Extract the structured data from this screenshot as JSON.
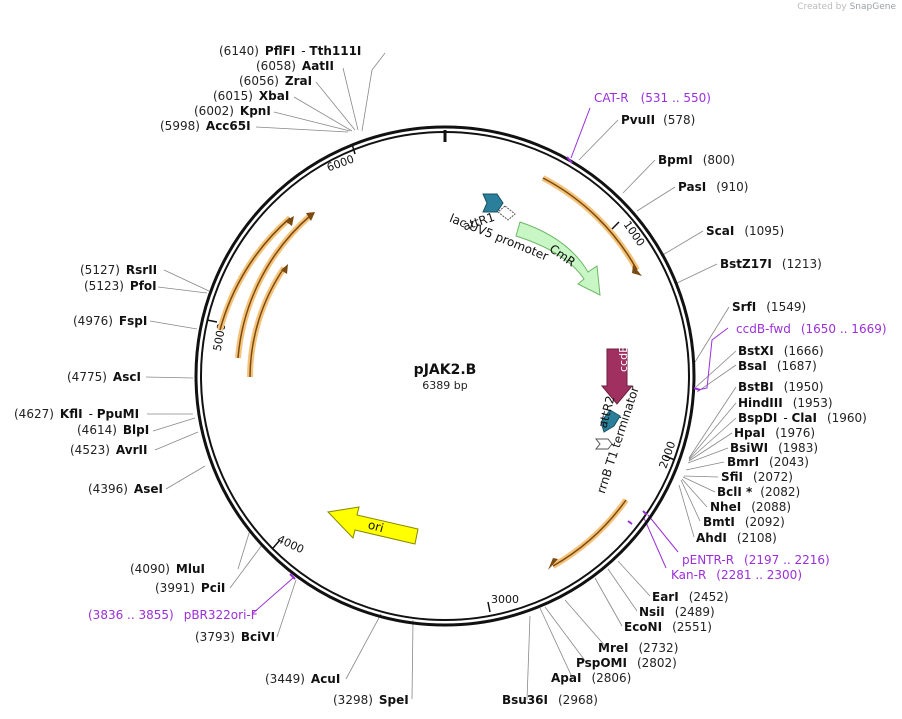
{
  "credit": {
    "prefix": "Created by",
    "brand": "SnapGene"
  },
  "plasmid": {
    "name": "pJAK2.B",
    "size": "6389 bp",
    "length": 6389
  },
  "ticks": [
    "1000",
    "2000",
    "3000",
    "4000",
    "5000",
    "6000"
  ],
  "features": [
    {
      "name": "CmR",
      "label": "CmR",
      "color": "#c8f7c5",
      "stroke": "#7fc97b"
    },
    {
      "name": "ccdB",
      "label": "ccdB",
      "color": "#a03060",
      "stroke": "#6b1f40"
    },
    {
      "name": "ori",
      "label": "ori",
      "color": "#ffff00",
      "stroke": "#999900"
    },
    {
      "name": "attR1",
      "label": "attR1",
      "color": "#2a7f9a"
    },
    {
      "name": "attR2",
      "label": "attR2",
      "color": "#2a7f9a"
    },
    {
      "name": "lac-uv5",
      "label": "lac UV5 promoter"
    },
    {
      "name": "rrnb",
      "label": "rrnB T1 terminator"
    }
  ],
  "sites_left": [
    {
      "enzyme": "PflFI",
      "enzyme2": "Tth111I",
      "pos": "(6140)"
    },
    {
      "enzyme": "AatII",
      "pos": "(6058)"
    },
    {
      "enzyme": "ZraI",
      "pos": "(6056)"
    },
    {
      "enzyme": "XbaI",
      "pos": "(6015)"
    },
    {
      "enzyme": "KpnI",
      "pos": "(6002)"
    },
    {
      "enzyme": "Acc65I",
      "pos": "(5998)"
    },
    {
      "enzyme": "RsrII",
      "pos": "(5127)"
    },
    {
      "enzyme": "PfoI",
      "pos": "(5123)"
    },
    {
      "enzyme": "FspI",
      "pos": "(4976)"
    },
    {
      "enzyme": "AscI",
      "pos": "(4775)"
    },
    {
      "enzyme": "KflI",
      "enzyme2": "PpuMI",
      "pos": "(4627)"
    },
    {
      "enzyme": "BlpI",
      "pos": "(4614)"
    },
    {
      "enzyme": "AvrII",
      "pos": "(4523)"
    },
    {
      "enzyme": "AseI",
      "pos": "(4396)"
    },
    {
      "enzyme": "MluI",
      "pos": "(4090)"
    },
    {
      "enzyme": "PciI",
      "pos": "(3991)"
    },
    {
      "enzyme": "BciVI",
      "pos": "(3793)"
    },
    {
      "enzyme": "AcuI",
      "pos": "(3449)"
    },
    {
      "enzyme": "SpeI",
      "pos": "(3298)"
    }
  ],
  "sites_right": [
    {
      "enzyme": "PvuII",
      "pos": "(578)"
    },
    {
      "enzyme": "BpmI",
      "pos": "(800)"
    },
    {
      "enzyme": "PasI",
      "pos": "(910)"
    },
    {
      "enzyme": "ScaI",
      "pos": "(1095)"
    },
    {
      "enzyme": "BstZ17I",
      "pos": "(1213)"
    },
    {
      "enzyme": "SrfI",
      "pos": "(1549)"
    },
    {
      "enzyme": "BstXI",
      "pos": "(1666)"
    },
    {
      "enzyme": "BsaI",
      "pos": "(1687)"
    },
    {
      "enzyme": "BstBI",
      "pos": "(1950)"
    },
    {
      "enzyme": "HindIII",
      "pos": "(1953)"
    },
    {
      "enzyme": "BspDI",
      "enzyme2": "ClaI",
      "pos": "(1960)"
    },
    {
      "enzyme": "HpaI",
      "pos": "(1976)"
    },
    {
      "enzyme": "BsiWI",
      "pos": "(1983)"
    },
    {
      "enzyme": "BmrI",
      "pos": "(2043)"
    },
    {
      "enzyme": "SfiI",
      "pos": "(2072)"
    },
    {
      "enzyme": "BclI *",
      "pos": "(2082)"
    },
    {
      "enzyme": "NheI",
      "pos": "(2088)"
    },
    {
      "enzyme": "BmtI",
      "pos": "(2092)"
    },
    {
      "enzyme": "AhdI",
      "pos": "(2108)"
    },
    {
      "enzyme": "EarI",
      "pos": "(2452)"
    },
    {
      "enzyme": "NsiI",
      "pos": "(2489)"
    },
    {
      "enzyme": "EcoNI",
      "pos": "(2551)"
    },
    {
      "enzyme": "MreI",
      "pos": "(2732)"
    },
    {
      "enzyme": "PspOMI",
      "pos": "(2802)"
    },
    {
      "enzyme": "ApaI",
      "pos": "(2806)"
    },
    {
      "enzyme": "Bsu36I",
      "pos": "(2968)"
    }
  ],
  "primers": [
    {
      "name": "CAT-R",
      "range": "(531 .. 550)"
    },
    {
      "name": "ccdB-fwd",
      "range": "(1650 .. 1669)"
    },
    {
      "name": "pENTR-R",
      "range": "(2197 .. 2216)"
    },
    {
      "name": "Kan-R",
      "range": "(2281 .. 2300)"
    },
    {
      "name": "pBR322ori-F",
      "range": "(3836 .. 3855)"
    }
  ]
}
